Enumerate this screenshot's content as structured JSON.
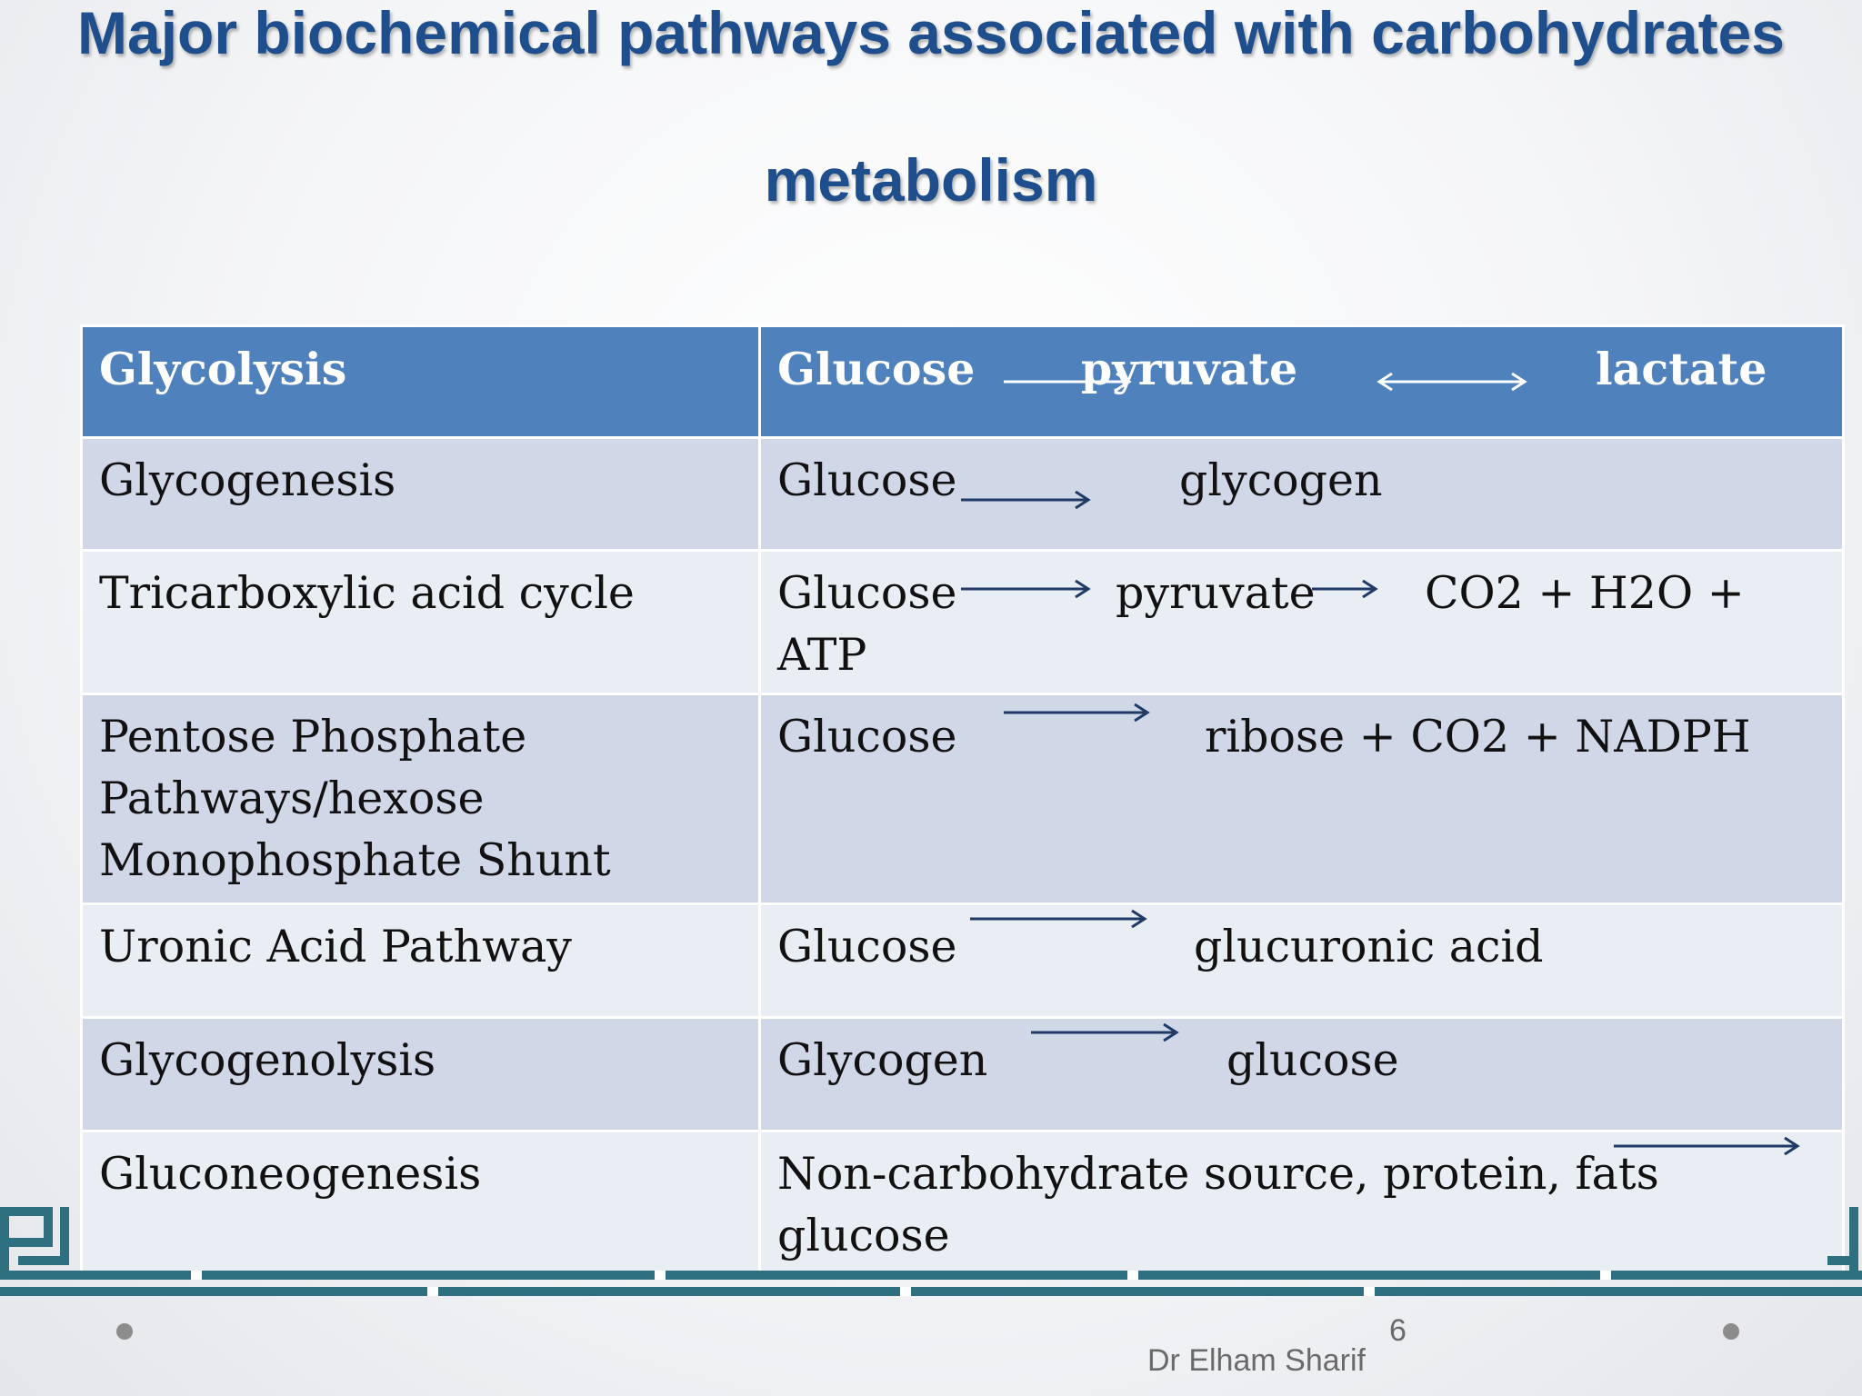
{
  "title": {
    "line1": "Major biochemical pathways associated with carbohydrates",
    "line2": "metabolism"
  },
  "table": {
    "rows": [
      {
        "pathway": "Glycolysis",
        "parts": [
          "Glucose",
          "pyruvate",
          "lactate"
        ]
      },
      {
        "pathway": "Glycogenesis",
        "parts": [
          "Glucose",
          "glycogen"
        ]
      },
      {
        "pathway": "Tricarboxylic  acid cycle",
        "parts": [
          "Glucose",
          "pyruvate",
          "CO2 + H2O +",
          "ATP"
        ]
      },
      {
        "pathway": "Pentose  Phosphate Pathways/hexose Monophosphate  Shunt",
        "parts": [
          "Glucose",
          "ribose  + CO2 + NADPH"
        ]
      },
      {
        "pathway": "Uronic Acid Pathway",
        "parts": [
          "Glucose",
          "glucuronic acid"
        ]
      },
      {
        "pathway": "Glycogenolysis",
        "parts": [
          "Glycogen",
          "glucose"
        ]
      },
      {
        "pathway": "Gluconeogenesis",
        "parts": [
          "Non-carbohydrate  source,  protein,  fats",
          "glucose"
        ]
      }
    ]
  },
  "footer": {
    "slide_number": "6",
    "author": "Dr Elham Sharif"
  },
  "colors": {
    "title": "#1f4e8c",
    "header_row": "#4f81bd",
    "band_dark": "#d0d8e8",
    "band_light": "#e9edf4",
    "arrow": "#1f3a66",
    "border_motif": "#2e6f80"
  }
}
